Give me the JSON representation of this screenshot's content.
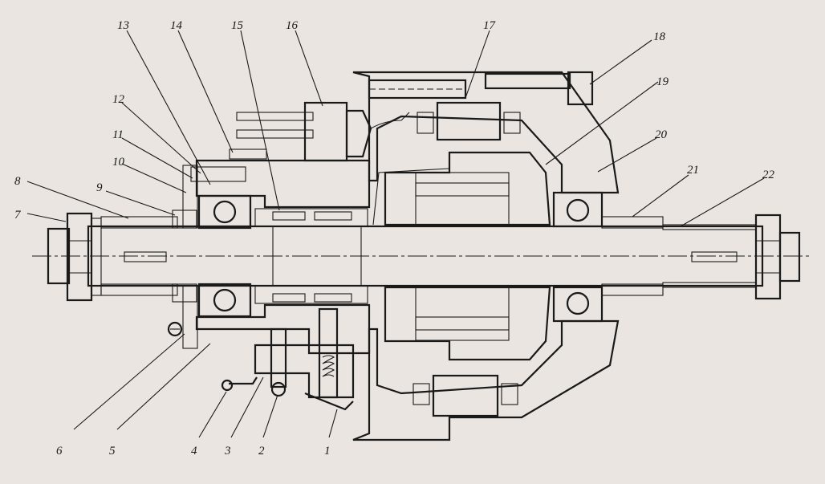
{
  "diagram": {
    "labels_top": [
      "13",
      "14",
      "15",
      "16",
      "17",
      "18",
      "19"
    ],
    "labels_left": [
      "12",
      "11",
      "10",
      "9",
      "8",
      "7"
    ],
    "labels_right": [
      "20",
      "21",
      "22"
    ],
    "labels_bottom": [
      "6",
      "5",
      "4",
      "3",
      "2",
      "1"
    ]
  },
  "colors": {
    "background": "#eae5e0",
    "ink": "#1a1a1a"
  }
}
